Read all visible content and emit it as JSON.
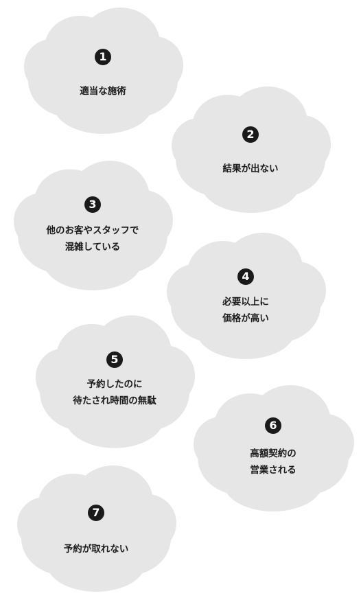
{
  "theme": {
    "cloud_fill": "#e6e6e6",
    "text_color": "#1a1a1a"
  },
  "clouds": [
    {
      "number": "1",
      "text": "適当な施術"
    },
    {
      "number": "2",
      "text": "結果が出ない"
    },
    {
      "number": "3",
      "text": "他のお客やスタッフで\n混雑している"
    },
    {
      "number": "4",
      "text": "必要以上に\n価格が高い"
    },
    {
      "number": "5",
      "text": "予約したのに\n待たされ時間の無駄"
    },
    {
      "number": "6",
      "text": "高額契約の\n営業される"
    },
    {
      "number": "7",
      "text": "予約が取れない"
    }
  ]
}
